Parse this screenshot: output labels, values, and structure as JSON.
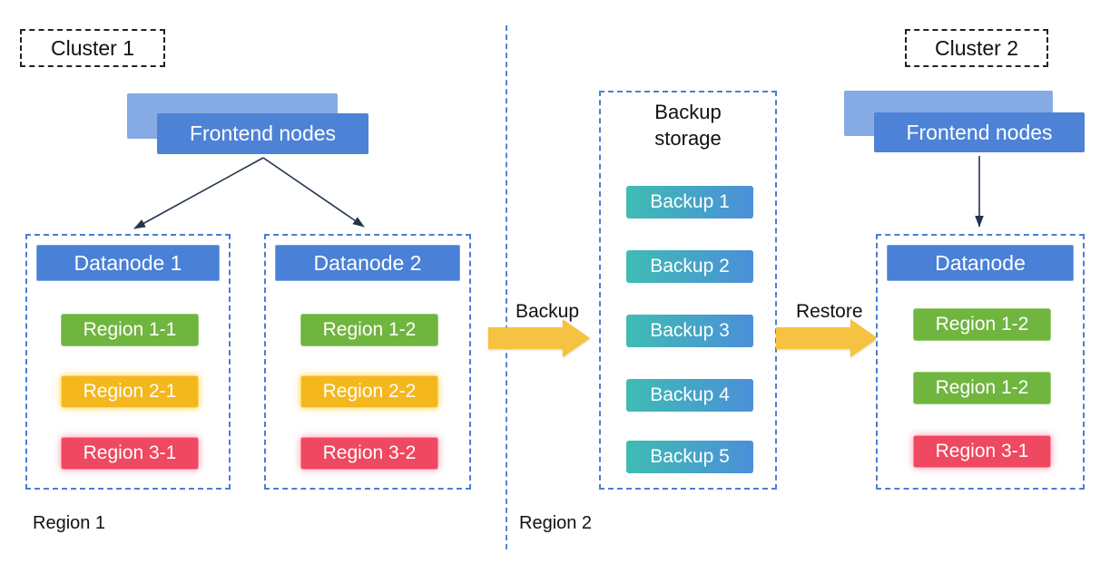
{
  "diagram": {
    "cluster1": {
      "label": "Cluster 1",
      "frontend": "Frontend nodes",
      "datanode1": {
        "title": "Datanode 1",
        "regions": [
          "Region 1-1",
          "Region 2-1",
          "Region 3-1"
        ]
      },
      "datanode2": {
        "title": "Datanode 2",
        "regions": [
          "Region 1-2",
          "Region 2-2",
          "Region 3-2"
        ]
      },
      "zone_label": "Region 1"
    },
    "backup_storage": {
      "title": "Backup storage",
      "items": [
        "Backup 1",
        "Backup 2",
        "Backup 3",
        "Backup 4",
        "Backup 5"
      ]
    },
    "flows": {
      "backup_label": "Backup",
      "restore_label": "Restore"
    },
    "cluster2": {
      "label": "Cluster 2",
      "frontend": "Frontend nodes",
      "datanode": {
        "title": "Datanode",
        "regions": [
          "Region 1-2",
          "Region 1-2",
          "Region 3-1"
        ]
      },
      "zone_label": "Region 2"
    },
    "colors": {
      "header_blue": "#4a80d5",
      "frontend_front_blue": "#4d82d6",
      "frontend_back_blue": "#85aae4",
      "region_green": "#70b53f",
      "region_yellow": "#f4b71d",
      "region_red": "#ef4861",
      "backup_gradient_start": "#3fbcb3",
      "backup_gradient_end": "#4b8fd9",
      "block_arrow_yellow": "#f5c242",
      "dashed_container_blue": "#4a7fd4",
      "divider_blue": "#5585d0"
    }
  }
}
